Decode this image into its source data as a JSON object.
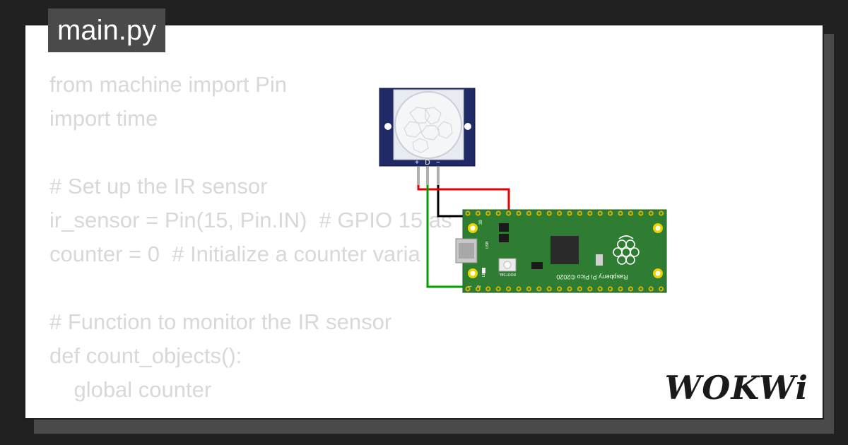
{
  "file_tab": {
    "label": "main.py"
  },
  "code_lines": [
    "from machine import Pin",
    "import time",
    "",
    "# Set up the IR sensor",
    "ir_sensor = Pin(15, Pin.IN)  # GPIO 15 as",
    "counter = 0  # Initialize a counter varia",
    "",
    "# Function to monitor the IR sensor",
    "def count_objects():",
    "    global counter",
    "    "
  ],
  "sensor": {
    "pin_labels": [
      "+",
      "D",
      "−"
    ]
  },
  "pico": {
    "brand_text": "Raspberry Pi Pico ©2020",
    "button_label": "BOOTSEL",
    "led_label": "LED",
    "usb_label": "USB",
    "pin_numbers": [
      "39",
      "1",
      "2"
    ]
  },
  "wires": {
    "colors": {
      "power": "#e60000",
      "ground": "#000000",
      "data": "#00a000"
    }
  },
  "logo": {
    "text": "WOKWi"
  },
  "colors": {
    "background": "#212121",
    "card": "#ffffff",
    "code_text": "#d8d8d8",
    "pcb_green": "#2e7d32",
    "sensor_blue": "#1f2a66"
  }
}
